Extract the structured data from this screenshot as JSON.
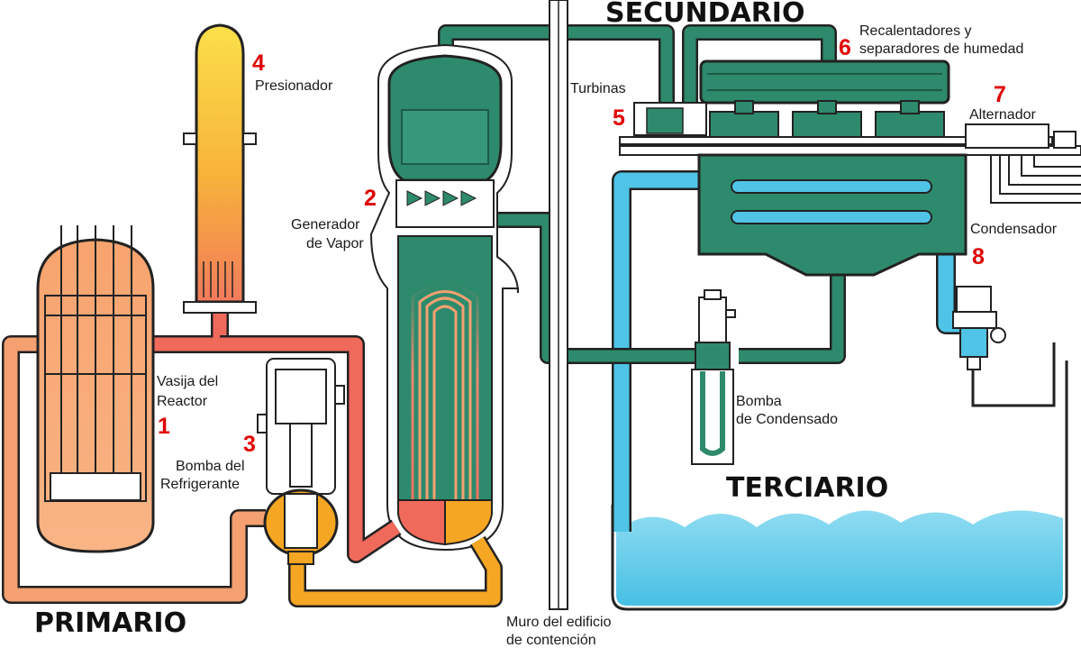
{
  "circuits": {
    "primary": "PRIMARIO",
    "secondary": "SECUNDARIO",
    "tertiary": "TERCIARIO"
  },
  "components": {
    "reactor": {
      "number": "1",
      "label_line1": "Vasija del",
      "label_line2": "Reactor"
    },
    "steam_generator": {
      "number": "2",
      "label_line1": "Generador",
      "label_line2": "de Vapor"
    },
    "coolant_pump": {
      "number": "3",
      "label_line1": "Bomba del",
      "label_line2": "Refrigerante"
    },
    "pressurizer": {
      "number": "4",
      "label": "Presionador"
    },
    "turbines": {
      "number": "5",
      "label": "Turbinas"
    },
    "reheaters": {
      "number": "6",
      "label_line1": "Recalentadores y",
      "label_line2": "separadores de humedad"
    },
    "alternator": {
      "number": "7",
      "label": "Alternador"
    },
    "condenser": {
      "number": "8",
      "label": "Condensador"
    },
    "condensate_pump": {
      "label_line1": "Bomba",
      "label_line2": "de Condensado"
    },
    "containment_wall": {
      "label_line1": "Muro del edificio",
      "label_line2": "de contención"
    }
  },
  "colors": {
    "primary_hot": "#f06a5c",
    "primary_cold": "#f5a623",
    "pressurizer_top": "#f9d43a",
    "reactor_fill": "#f7a773",
    "secondary": "#2e8a6c",
    "secondary_light": "#3fa882",
    "tertiary": "#4fc4e6",
    "tertiary_light": "#8fdcf2",
    "number_red": "#e00000",
    "outline": "#222222"
  }
}
